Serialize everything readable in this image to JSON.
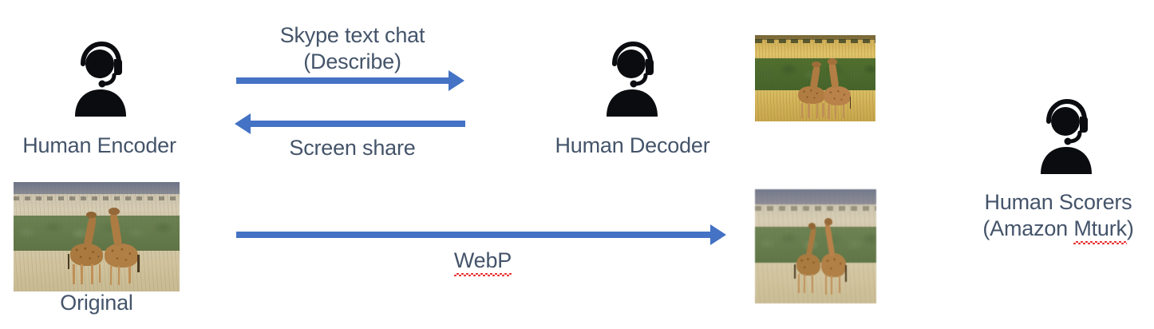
{
  "diagram": {
    "title": "Human encoder-decoder image communication experiment",
    "type": "process-flow",
    "background_color": "#FFFFFF",
    "text_color": "#44546A",
    "arrow_color": "#4472C4",
    "spellcheck_underline_color": "#E8262A"
  },
  "nodes": {
    "encoder": {
      "label": "Human Encoder",
      "icon": "headset-person-icon"
    },
    "decoder": {
      "label": "Human Decoder",
      "icon": "headset-person-icon"
    },
    "scorers": {
      "label_line1": "Human Scorers",
      "label_line2_open": "(Amazon ",
      "label_line2_misspelled": "Mturk",
      "label_line2_close": ")",
      "icon": "headset-person-icon"
    }
  },
  "images": {
    "original": {
      "caption": "Original",
      "alt": "Two giraffes standing in an African savanna with green bushes and pale dry grass",
      "subject": "two-giraffes-savanna",
      "variant": "sharp"
    },
    "decoder_output": {
      "caption": "",
      "alt": "Two giraffes in a savanna with dense green bushes and golden grass",
      "subject": "two-giraffes-savanna",
      "variant": "reconstructed"
    },
    "webp_output": {
      "caption": "",
      "alt": "WebP compressed copy of the original two giraffes savanna photograph",
      "subject": "two-giraffes-savanna",
      "variant": "compressed"
    }
  },
  "arrows": {
    "describe": {
      "label_line1": "Skype text chat",
      "label_line2": "(Describe)",
      "direction": "right",
      "from": "encoder",
      "to": "decoder"
    },
    "screen_share": {
      "label": "Screen share",
      "direction": "left",
      "from": "decoder",
      "to": "encoder"
    },
    "webp": {
      "label": "WebP",
      "direction": "right",
      "from": "original",
      "to": "webp_output",
      "spellcheck_flagged": true
    }
  }
}
